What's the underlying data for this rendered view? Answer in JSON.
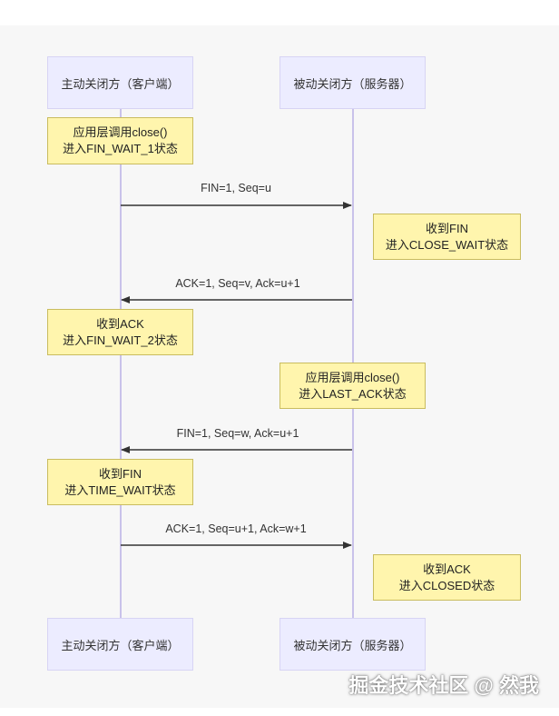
{
  "actors": {
    "client": "主动关闭方（客户端）",
    "server": "被动关闭方（服务器）"
  },
  "notes": {
    "client_close": [
      "应用层调用close()",
      "进入FIN_WAIT_1状态"
    ],
    "server_fin": [
      "收到FIN",
      "进入CLOSE_WAIT状态"
    ],
    "client_ack": [
      "收到ACK",
      "进入FIN_WAIT_2状态"
    ],
    "server_close": [
      "应用层调用close()",
      "进入LAST_ACK状态"
    ],
    "client_fin": [
      "收到FIN",
      "进入TIME_WAIT状态"
    ],
    "server_ack": [
      "收到ACK",
      "进入CLOSED状态"
    ]
  },
  "messages": {
    "m1": "FIN=1, Seq=u",
    "m2": "ACK=1, Seq=v, Ack=u+1",
    "m3": "FIN=1, Seq=w, Ack=u+1",
    "m4": "ACK=1, Seq=u+1, Ack=w+1"
  },
  "watermark": "掘金技术社区 @ 然我",
  "colors": {
    "actor_fill": "#ececff",
    "note_fill": "#fff5ad",
    "line": "#333333",
    "lifeline": "#c9c2ea"
  }
}
